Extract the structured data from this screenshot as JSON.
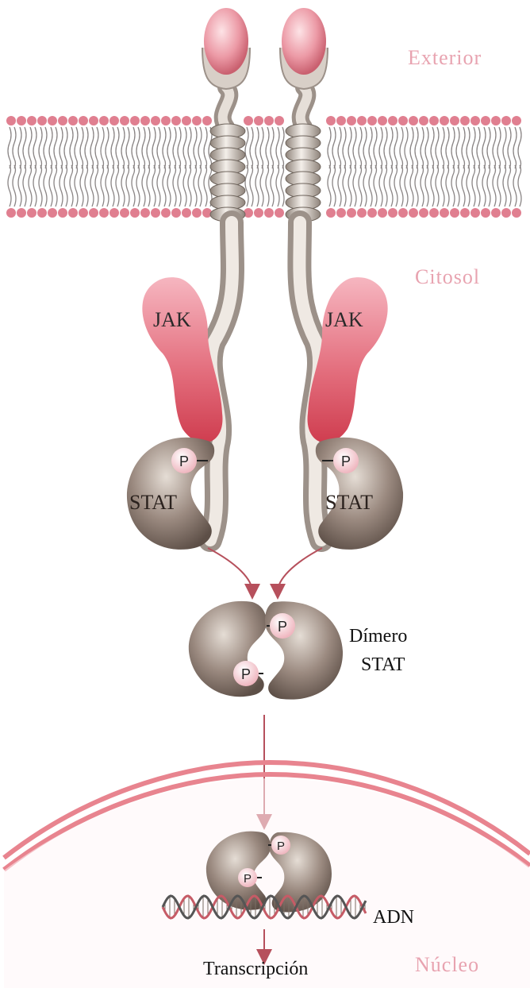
{
  "regions": {
    "exterior": "Exterior",
    "cytosol": "Citosol",
    "nucleus": "Núcleo"
  },
  "proteins": {
    "jak_left": "JAK",
    "jak_right": "JAK",
    "stat_left": "STAT",
    "stat_right": "STAT"
  },
  "phospho": "P",
  "dimer": {
    "line1": "Dímero",
    "line2": "STAT"
  },
  "dna": "ADN",
  "transcription": "Transcripción",
  "colors": {
    "membrane_head": "#e07f90",
    "lipid_tail": "#8a8585",
    "receptor": "#c9bfb6",
    "receptor_dark": "#7a6f66",
    "ligand": "#e9929f",
    "jak": "#d9505f",
    "stat": "#7b6a60",
    "phospho": "#f3c8cf",
    "arrow": "#b6505c",
    "nucleus_envelope": "#e8848f",
    "dna": "#c65b66"
  }
}
